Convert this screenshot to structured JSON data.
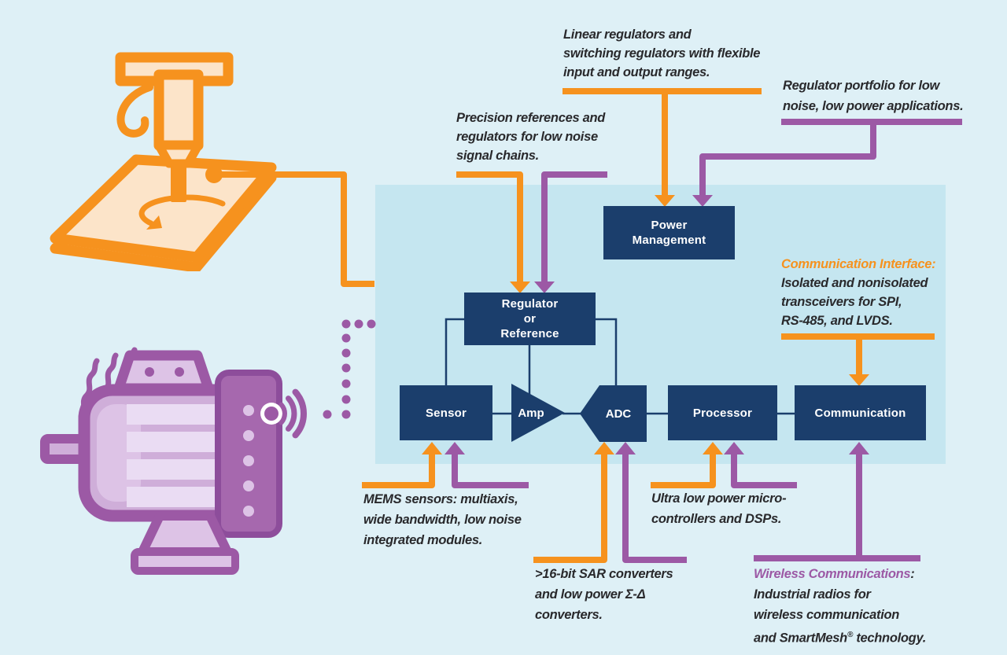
{
  "colors": {
    "orange": "#f6921e",
    "purple": "#9c59a5",
    "navy": "#1b3e6c",
    "panel_bg": "#c5e6f0",
    "page_bg": "#def0f6",
    "text_dark": "#29292c"
  },
  "blocks": {
    "power_management": {
      "lines": [
        "Power",
        "Management"
      ]
    },
    "regulator_reference": {
      "lines": [
        "Regulator",
        "or",
        "Reference"
      ]
    },
    "sensor": {
      "label": "Sensor"
    },
    "amp": {
      "label": "Amp"
    },
    "adc": {
      "label": "ADC"
    },
    "processor": {
      "label": "Processor"
    },
    "communication": {
      "label": "Communication"
    }
  },
  "annotations": {
    "linear_regulators": {
      "lines": [
        "Linear regulators and",
        "switching regulators with flexible",
        "input and output ranges."
      ]
    },
    "regulator_portfolio": {
      "lines": [
        "Regulator portfolio for low",
        "noise, low power applications."
      ]
    },
    "precision_references": {
      "lines": [
        "Precision references and",
        "regulators for low noise",
        "signal chains."
      ]
    },
    "communication_interface": {
      "title": "Communication Interface:",
      "lines": [
        "Isolated and nonisolated",
        "transceivers for SPI,",
        "RS-485, and LVDS."
      ]
    },
    "mems_sensors": {
      "lines": [
        "MEMS sensors: multiaxis,",
        "wide bandwidth, low noise",
        "integrated modules."
      ]
    },
    "sar_converters": {
      "lines": [
        ">16-bit SAR converters",
        "and low power Σ-Δ",
        "converters."
      ]
    },
    "micro_dsp": {
      "lines": [
        "Ultra low power micro-",
        "controllers and DSPs."
      ]
    },
    "wireless_comms": {
      "title": "Wireless Communications",
      "colon": ":",
      "lines": [
        "Industrial radios for",
        "wireless communication"
      ],
      "last_line": {
        "pre": "and SmartMesh",
        "sup": "®",
        "post": " technology."
      }
    }
  },
  "icons": {
    "machine": "cnc-milling-machine-illustration",
    "motor": "industrial-motor-illustration",
    "wireless": "wireless-signal-icon",
    "vibration": "vibration-waves-icon",
    "rotation": "rotation-arrow-icon",
    "sensor_dot": "sensor-dot-icon"
  }
}
